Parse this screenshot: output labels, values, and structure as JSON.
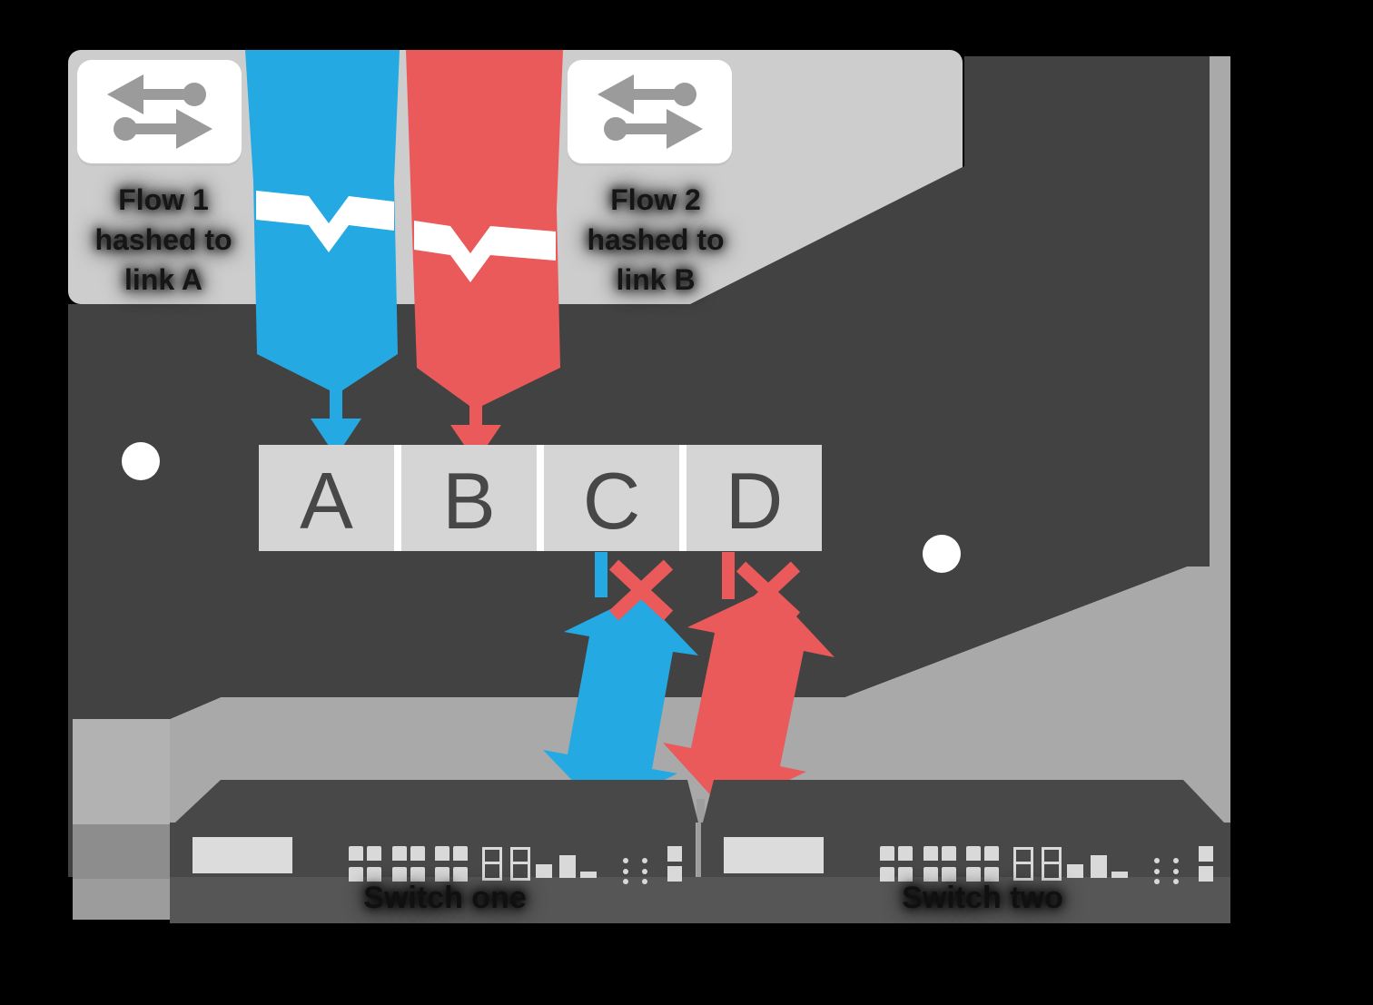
{
  "flows": {
    "flow1": {
      "icon": "bidirectional-arrows-icon",
      "lines": [
        "Flow 1",
        "hashed to",
        "link A"
      ]
    },
    "flow2": {
      "icon": "bidirectional-arrows-icon",
      "lines": [
        "Flow 2",
        "hashed to",
        "link B"
      ]
    }
  },
  "aggregate": {
    "ports": [
      "A",
      "B",
      "C",
      "D"
    ]
  },
  "switches": [
    {
      "label": "Switch one"
    },
    {
      "label": "Switch two"
    }
  ],
  "callouts": [
    {
      "name": "callout-dot-1"
    },
    {
      "name": "callout-dot-2"
    }
  ],
  "colors": {
    "flow1_blue": "#24a9e2",
    "flow2_red": "#ea5a5a",
    "blocked_x_red": "#ea5a5a",
    "backdrop_light": "#cdcdcd",
    "backdrop_dark": "#424242",
    "beam_gray": "#a9a9a9",
    "chassis_dark": "#484848",
    "base_band": "#565656",
    "cell_gray": "#d5d5d5",
    "icon_gray": "#9b9b9b",
    "white": "#ffffff"
  }
}
